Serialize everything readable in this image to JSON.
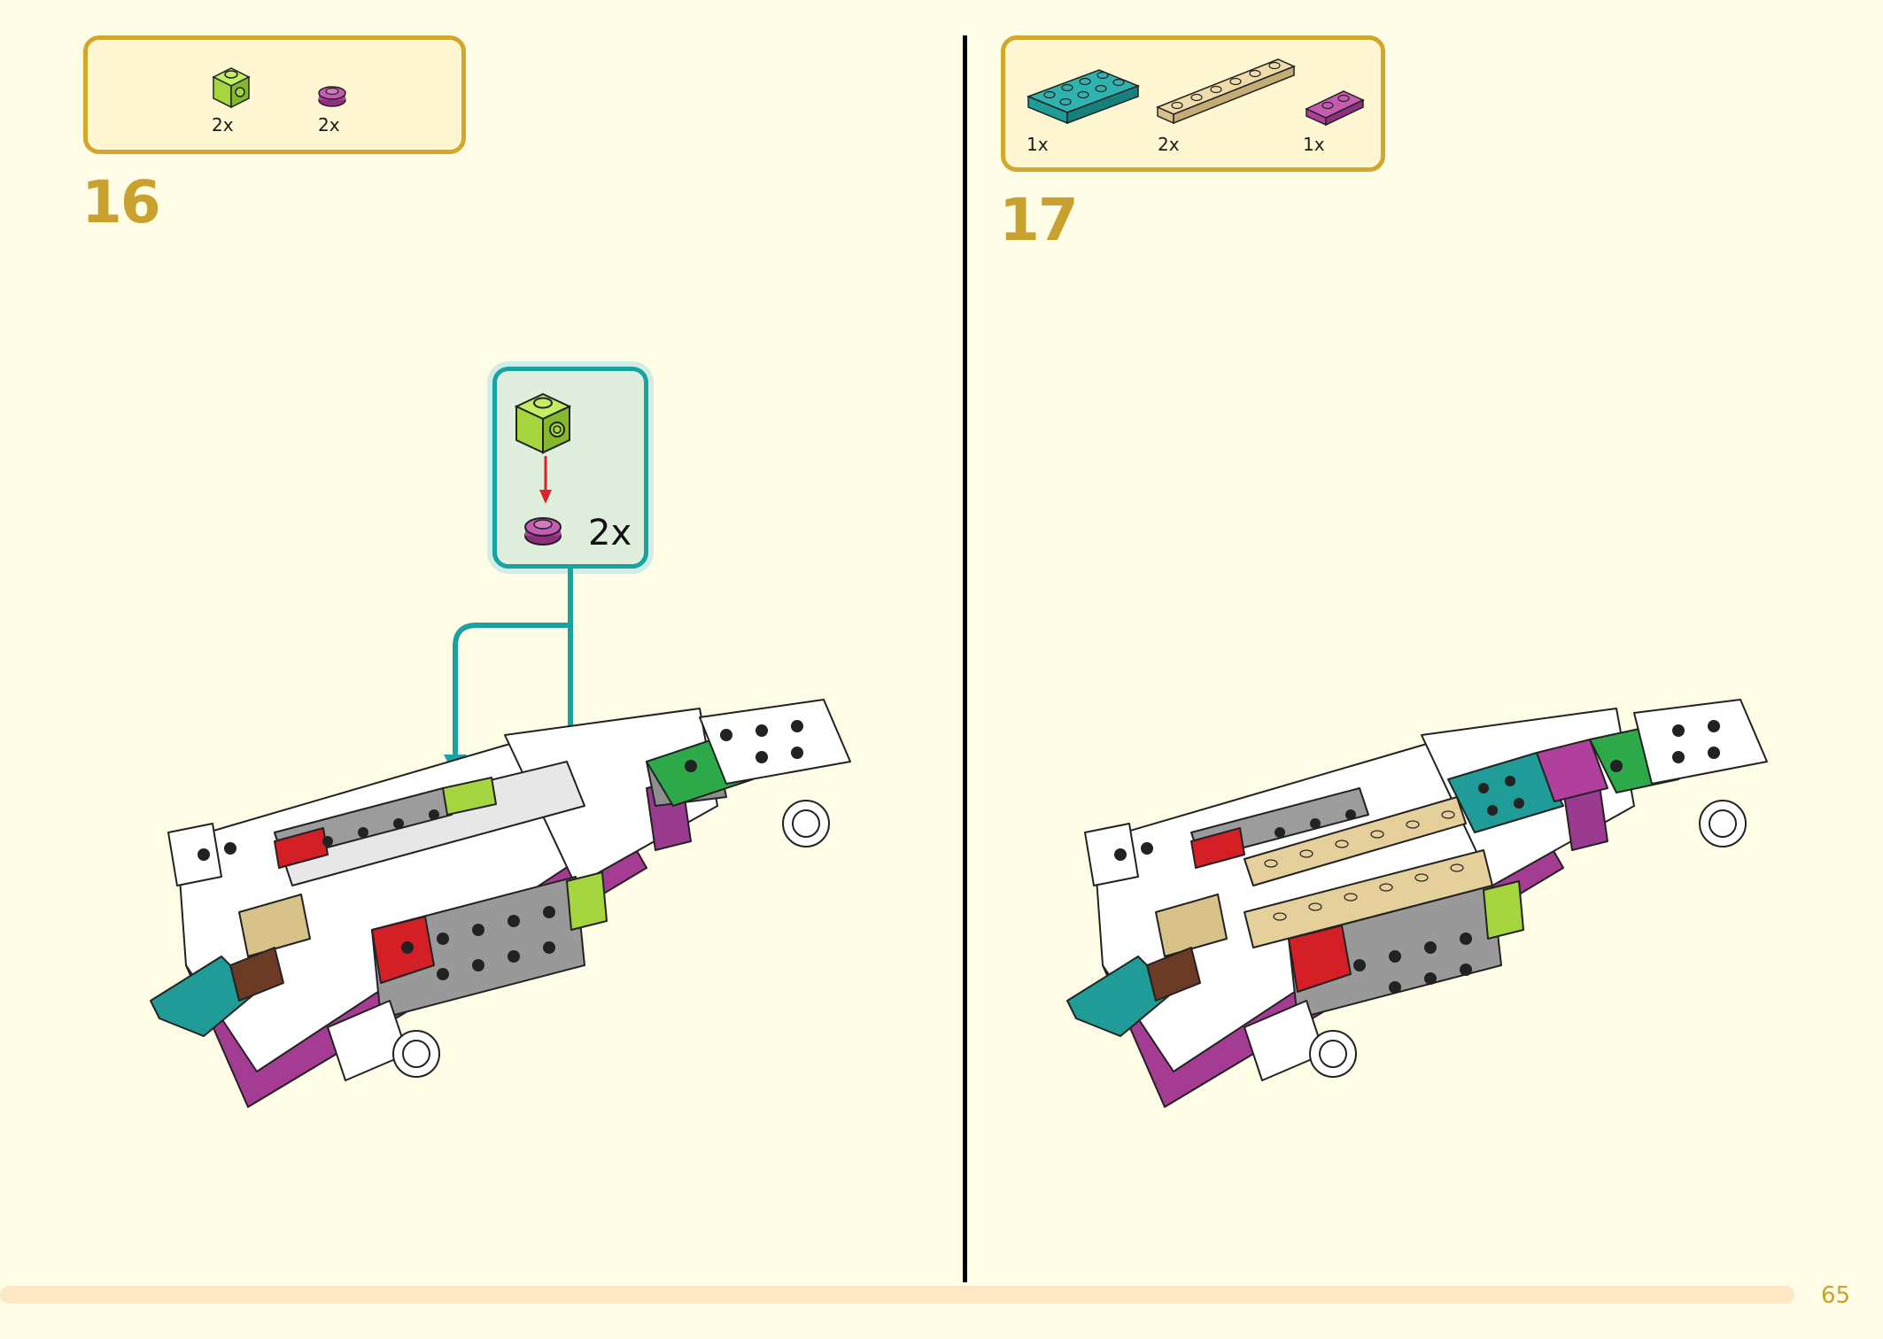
{
  "steps": [
    {
      "number": "16",
      "parts": [
        {
          "name": "lime 1x1 brick with side stud",
          "qty": "2x",
          "color": "#a6d63f"
        },
        {
          "name": "magenta 1x1 round plate",
          "qty": "2x",
          "color": "#b0409c"
        }
      ],
      "callout": {
        "qty": "2x"
      }
    },
    {
      "number": "17",
      "parts": [
        {
          "name": "teal 2x4 plate",
          "qty": "1x",
          "color": "#1f9c98"
        },
        {
          "name": "tan 1x6 plate",
          "qty": "2x",
          "color": "#e5cf9a"
        },
        {
          "name": "magenta 1x2 plate",
          "qty": "1x",
          "color": "#b0409c"
        }
      ]
    }
  ],
  "page_number": "65",
  "colors": {
    "background": "#fffde6",
    "parts_border": "#d4a72a",
    "accent_gold": "#c9a12e",
    "callout_teal": "#17a3a0",
    "arrow_red": "#d9262b"
  }
}
